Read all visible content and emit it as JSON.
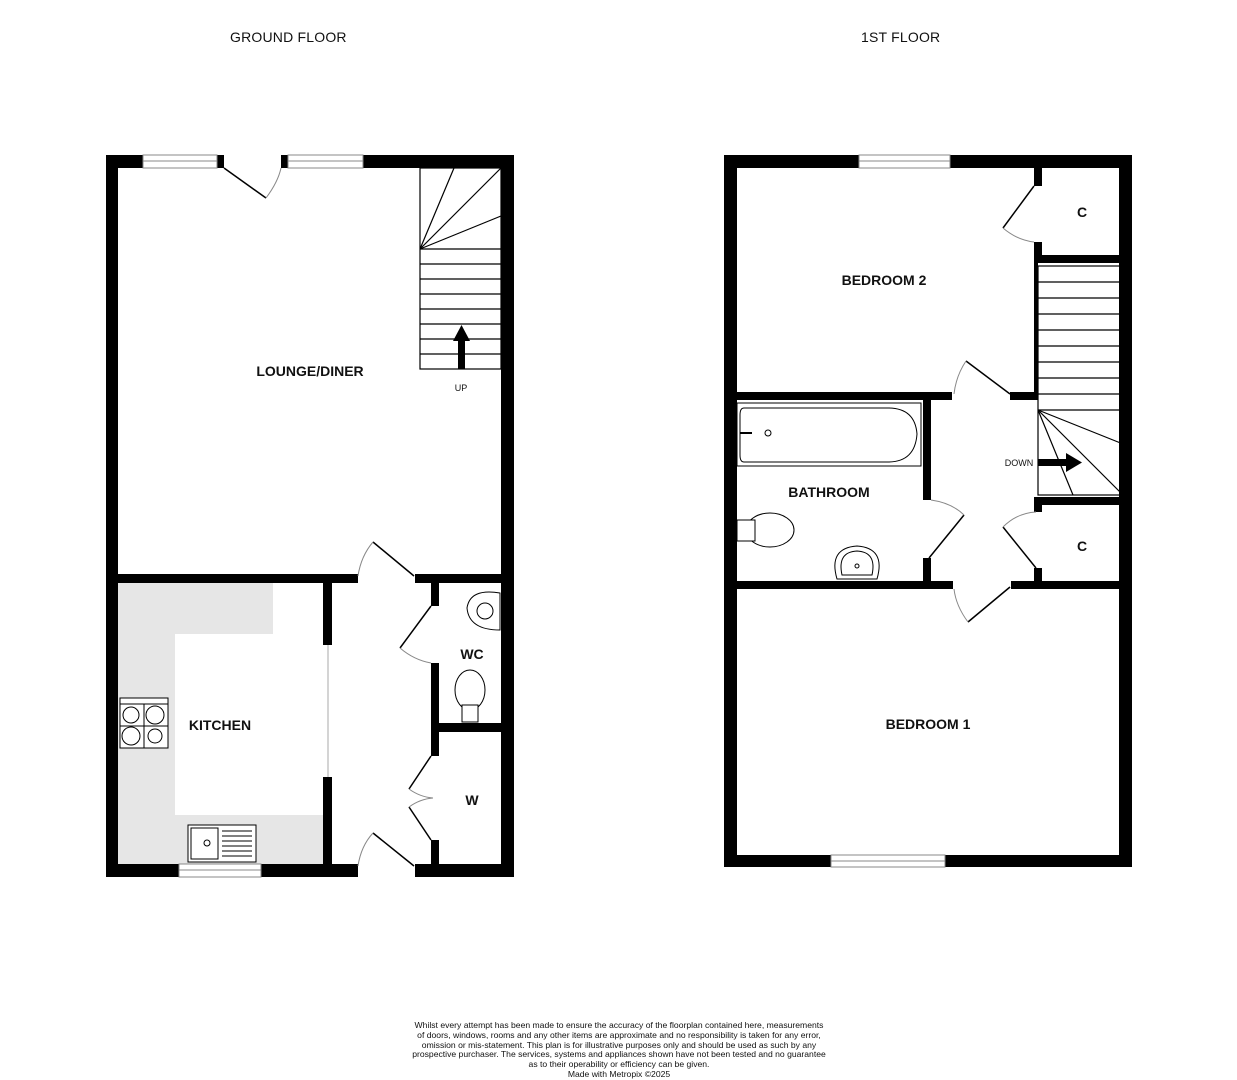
{
  "floors": {
    "ground": {
      "title": "GROUND FLOOR",
      "rooms": {
        "lounge": "LOUNGE/DINER",
        "kitchen": "KITCHEN",
        "wc": "WC",
        "wardrobe": "W"
      },
      "stairs_label": "UP"
    },
    "first": {
      "title": "1ST FLOOR",
      "rooms": {
        "bedroom2": "BEDROOM 2",
        "bathroom": "BATHROOM",
        "bedroom1": "BEDROOM 1",
        "cupboard_top": "C",
        "cupboard_bottom": "C"
      },
      "stairs_label": "DOWN"
    }
  },
  "disclaimer": {
    "lines": [
      "Whilst every attempt has been made to ensure the accuracy of the floorplan contained here, measurements",
      "of doors, windows, rooms and any other items are approximate and no responsibility is taken for any error,",
      "omission or mis-statement. This plan is for illustrative purposes only and should be used as such by any",
      "prospective purchaser. The services, systems and appliances shown have not been tested and no guarantee",
      "as to their operability or efficiency can be given."
    ],
    "credit": "Made with Metropix ©2025"
  },
  "colors": {
    "wall": "#000000",
    "worktop": "#e6e6e6",
    "background": "#ffffff"
  }
}
